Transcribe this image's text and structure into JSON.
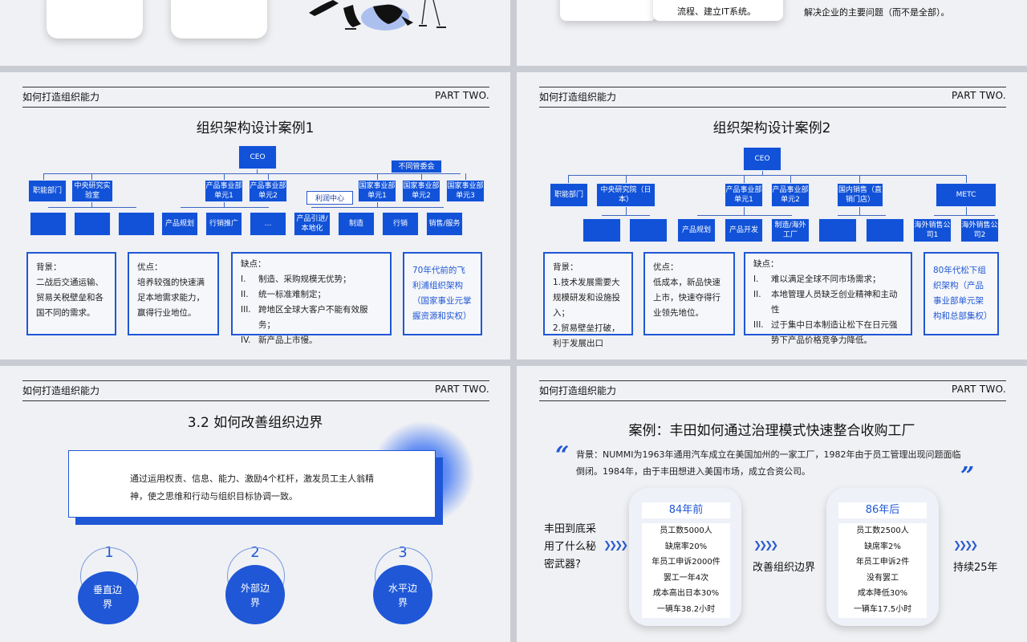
{
  "top_right": {
    "card_text": "流程、建立IT系统。",
    "side_text": "解决企业的主要问题（而不是全部）。"
  },
  "header": {
    "title": "如何打造组织能力",
    "part": "PART TWO."
  },
  "case1": {
    "title": "组织架构设计案例1",
    "ceo": "CEO",
    "committee": "不同管委会",
    "profit_center": "利润中心",
    "nodes": {
      "func": "职能部门",
      "lab": "中央研究实验室",
      "pu1": "产品事业部单元1",
      "pu2": "产品事业部单元2",
      "nu1": "国家事业部单元1",
      "nu2": "国家事业部单元2",
      "nu3": "国家事业部单元3",
      "plan": "产品规划",
      "promo": "行销推广",
      "more": "…",
      "intro": "产品引进/本地化",
      "mfg": "制造",
      "sales": "行销",
      "svc": "销售/服务"
    },
    "bg": {
      "label": "背景：",
      "text": "二战后交通运输、贸易关税壁垒和各国不同的需求。"
    },
    "pros": {
      "label": "优点：",
      "text": "培养较强的快速满足本地需求能力，赢得行业地位。"
    },
    "cons": {
      "label": "缺点：",
      "items": [
        {
          "n": "I.",
          "t": "制造、采购规模无优势；"
        },
        {
          "n": "II.",
          "t": "统一标准难制定；"
        },
        {
          "n": "III.",
          "t": "跨地区全球大客户不能有效服务；"
        },
        {
          "n": "IV.",
          "t": "新产品上市慢。"
        }
      ]
    },
    "note": "70年代前的飞利浦组织架构（国家事业元掌握资源和实权）"
  },
  "case2": {
    "title": "组织架构设计案例2",
    "ceo": "CEO",
    "nodes": {
      "func": "职能部门",
      "lab": "中央研究院（日本）",
      "pu1": "产品事业部单元1",
      "pu2": "产品事业部单元2",
      "dom": "国内销售（直销门店）",
      "metc": "METC",
      "plan": "产品规划",
      "dev": "产品开发",
      "mfg": "制造/海外工厂",
      "os1": "海外销售公司1",
      "os2": "海外销售公司2"
    },
    "bg": {
      "label": "背景：",
      "lines": [
        "1.技术发展需要大规模研发和设施投入；",
        "2.贸易壁垒打破，利于发展出口"
      ]
    },
    "pros": {
      "label": "优点：",
      "text": "低成本，新品快速上市，快速夺得行业领先地位。"
    },
    "cons": {
      "label": "缺点：",
      "items": [
        {
          "n": "I.",
          "t": "难以满足全球不同市场需求；"
        },
        {
          "n": "II.",
          "t": "本地管理人员缺乏创业精神和主动性"
        },
        {
          "n": "III.",
          "t": "过于集中日本制造让松下在日元强势下产品价格竞争力降低。"
        }
      ]
    },
    "note": "80年代松下组织架构（产品事业部单元架构和总部集权）"
  },
  "boundary": {
    "title": "3.2 如何改善组织边界",
    "text": "通过运用权责、信息、能力、激励4个杠杆，激发员工主人翁精神，使之思维和行动与组织目标协调一致。",
    "items": [
      {
        "num": "1",
        "label": "垂直边界"
      },
      {
        "num": "2",
        "label": "外部边界"
      },
      {
        "num": "3",
        "label": "水平边界"
      }
    ]
  },
  "toyota": {
    "title": "案例：丰田如何通过治理模式快速整合收购工厂",
    "quote_open": "“",
    "quote_close": "”",
    "background": "背景：NUMMI为1963年通用汽车成立在美国加州的一家工厂，1982年由于员工管理出现问题面临倒闭。1984年，由于丰田想进入美国市场，成立合资公司。",
    "question": "丰田到底采用了什么秘密武器?",
    "before": {
      "title": "84年前",
      "items": [
        "员工数5000人",
        "缺席率20%",
        "年员工申诉2000件",
        "罢工一年4次",
        "成本高出日本30%",
        "一辆车38.2小时"
      ]
    },
    "middle": "改善组织边界",
    "after": {
      "title": "86年后",
      "items": [
        "员工数2500人",
        "缺席率2%",
        "年员工申诉2件",
        "没有罢工",
        "成本降低30%",
        "一辆车17.5小时"
      ]
    },
    "end": "持续25年"
  },
  "colors": {
    "accent": "#1f57d6",
    "box": "#1152d8",
    "slide_bg": "#f0f1f4"
  }
}
